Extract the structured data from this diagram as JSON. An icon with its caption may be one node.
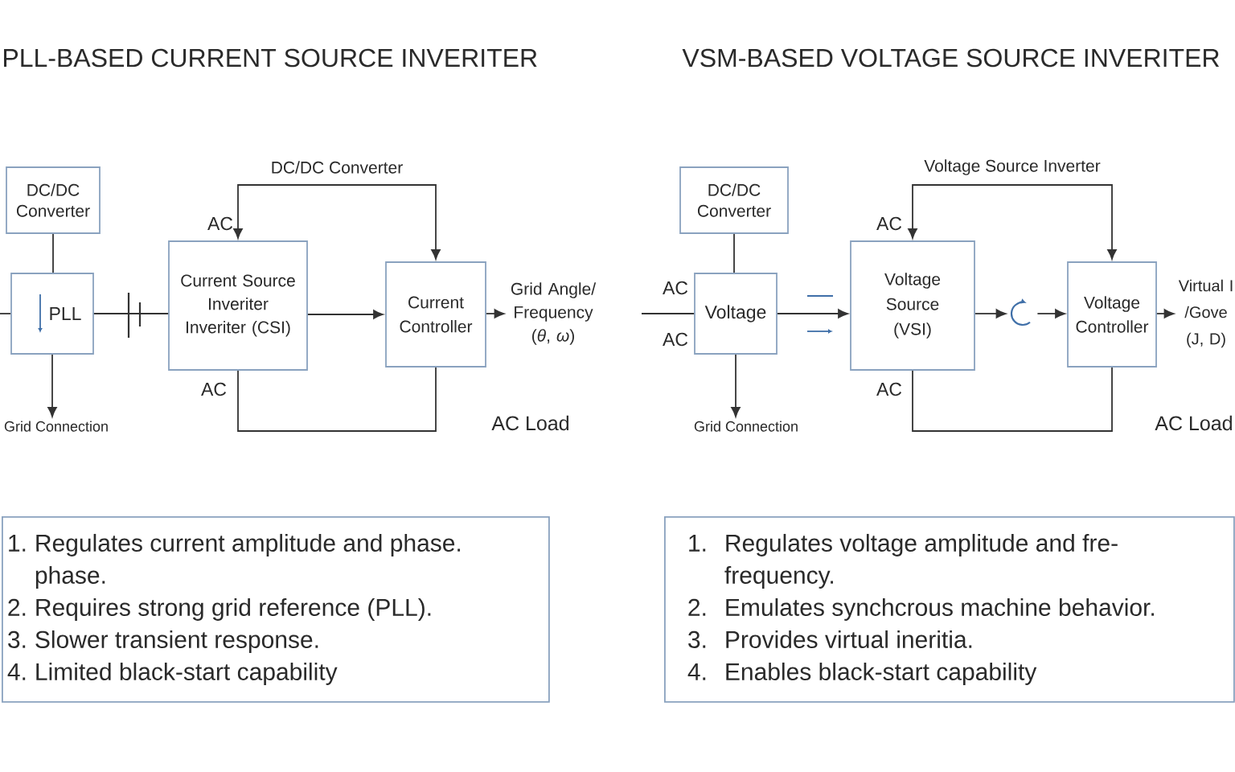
{
  "diagram": {
    "nodes": [
      {
        "text": [
          "DC/DC Converter"
        ]
      },
      {
        "text": [
          "PLL"
        ]
      },
      {
        "text": [
          "Current Source Inveriter Inveriter (CSI)"
        ]
      },
      {
        "text": [
          "Current Controller"
        ]
      },
      {
        "text": [
          "Grid Angle/ Frequency (*θ*, *ω*)"
        ]
      },
      {
        "text": [
          "Grid Connection"
        ]
      },
      {
        "text": [
          "1.",
          "Regulates current amplitude and phase. phase.",
          "2.",
          "Requires strong grid reference (PLL).",
          "3.",
          "Slower transient response.",
          "4.",
          "Limited black-start capability"
        ]
      },
      {
        "text": [
          "DC/DC Converter"
        ]
      },
      {
        "text": [
          "Voltage"
        ]
      },
      {
        "text": [
          "Voltage Source (VSI)"
        ]
      },
      {
        "text": [],
        "shape": "circle"
      },
      {
        "text": [
          "Voltage Controller"
        ]
      },
      {
        "text": [
          "Virtual I /Gove (J, D)"
        ]
      },
      {
        "text": [
          "Grid Connection"
        ]
      },
      {
        "text": [
          "1.",
          "Regulates voltage amplitude and fre- frequency.",
          "2.",
          "Emulates synchcrous machine behavior.",
          "3.",
          "Provides virtual ineritia.",
          "4.",
          "Enables black-start capability"
        ]
      }
    ],
    "edges": [
      {
        "from": 0,
        "to": 1,
        "arrow": "none"
      },
      {
        "from": null,
        "to": 1,
        "arrow": "none"
      },
      {
        "from": 1,
        "to": 5,
        "arrow": "to"
      },
      {
        "from": 1,
        "to": 2,
        "arrow": "none"
      },
      {
        "from": 2,
        "to": 3,
        "arrow": "to"
      },
      {
        "from": 2,
        "to": 3,
        "arrow": "both",
        "label": "DC/DC Converter"
      },
      {
        "from": 2,
        "to": 3,
        "arrow": "none"
      },
      {
        "from": 3,
        "to": 4,
        "arrow": "to"
      },
      {
        "from": 7,
        "to": 8,
        "arrow": "none"
      },
      {
        "from": null,
        "to": 8,
        "arrow": "none"
      },
      {
        "from": 8,
        "to": 13,
        "arrow": "to"
      },
      {
        "from": 8,
        "to": 9,
        "arrow": "to"
      },
      {
        "from": 9,
        "to": 10,
        "arrow": "to"
      },
      {
        "from": 10,
        "to": 11,
        "arrow": "to"
      },
      {
        "from": 9,
        "to": 11,
        "arrow": "both",
        "label": "Voltage Source Inverter"
      },
      {
        "from": 9,
        "to": 11,
        "arrow": "none"
      },
      {
        "from": 11,
        "to": 12,
        "arrow": "to"
      }
    ],
    "labels": [
      "PLL-BASED CURRENT SOURCE INVERITER",
      "VSM-BASED VOLTAGE SOURCE INVERITER",
      "AC",
      "AC",
      "AC Load",
      "AC",
      "AC",
      "AC",
      "AC",
      "AC Load"
    ]
  }
}
